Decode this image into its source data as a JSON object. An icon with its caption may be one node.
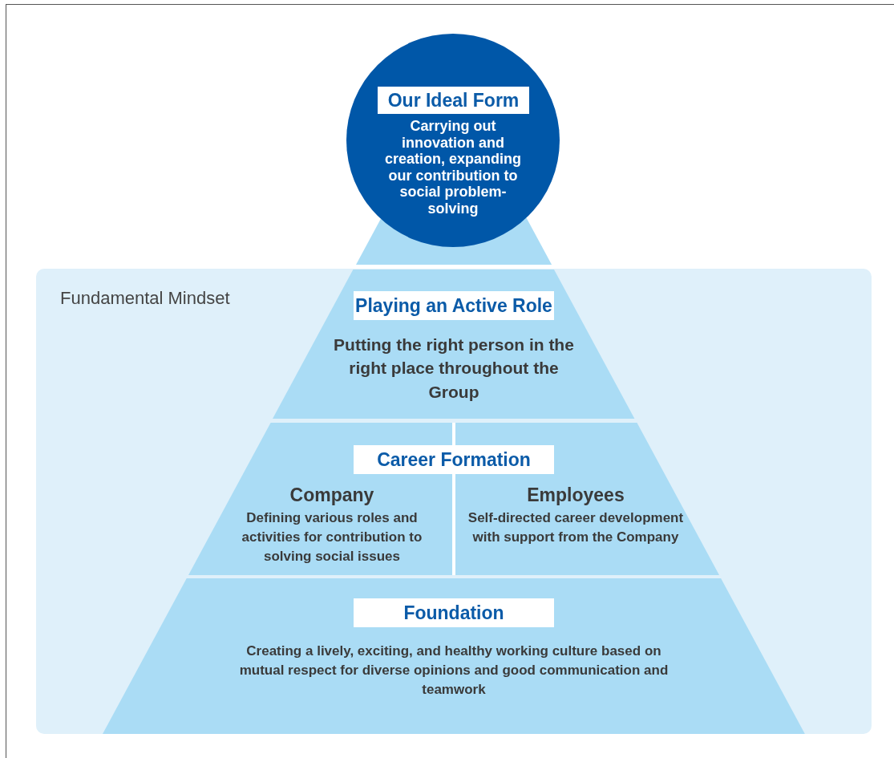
{
  "diagram": {
    "nodes": [
      {
        "text": [
          "Fundamental Mindset"
        ]
      },
      {
        "text": [
          "Our Ideal Form",
          "Carrying out innovation and creation, expanding our contribution to social problem-solving"
        ]
      },
      {
        "text": [],
        "shape": "trapezoid"
      },
      {
        "text": [
          "Playing an Active Role",
          "Putting the right person in the right place throughout the Group"
        ],
        "in": 0
      },
      {
        "text": [
          "Career Formation"
        ],
        "in": 0
      },
      {
        "text": [
          "Company",
          "Defining various roles and activities for contribution to solving social issues"
        ],
        "in": 4
      },
      {
        "text": [
          "Employees",
          "Self-directed career development with support from the Company"
        ],
        "in": 4
      },
      {
        "text": [
          "Foundation",
          "Creating a lively, exciting, and healthy working culture based on mutual respect for diverse opinions and good communication and teamwork"
        ],
        "in": 0
      }
    ]
  }
}
